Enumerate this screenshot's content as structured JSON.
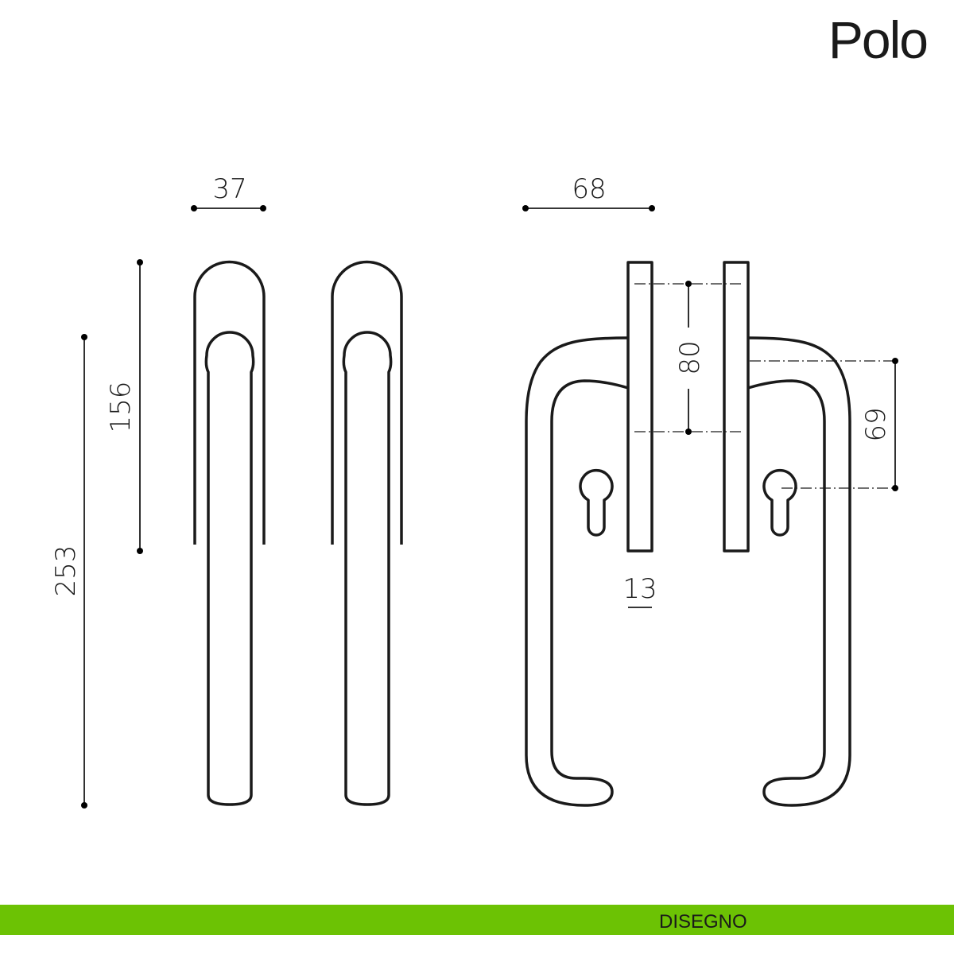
{
  "title": "Polo",
  "footer": {
    "label": "DISEGNO",
    "color": "#6cc204"
  },
  "dimensions": {
    "backplate_width": "37",
    "lever_projection": "68",
    "backplate_height": "156",
    "total_height": "253",
    "fixing_distance": "80",
    "cylinder_distance": "69",
    "plate_thickness": "13"
  }
}
